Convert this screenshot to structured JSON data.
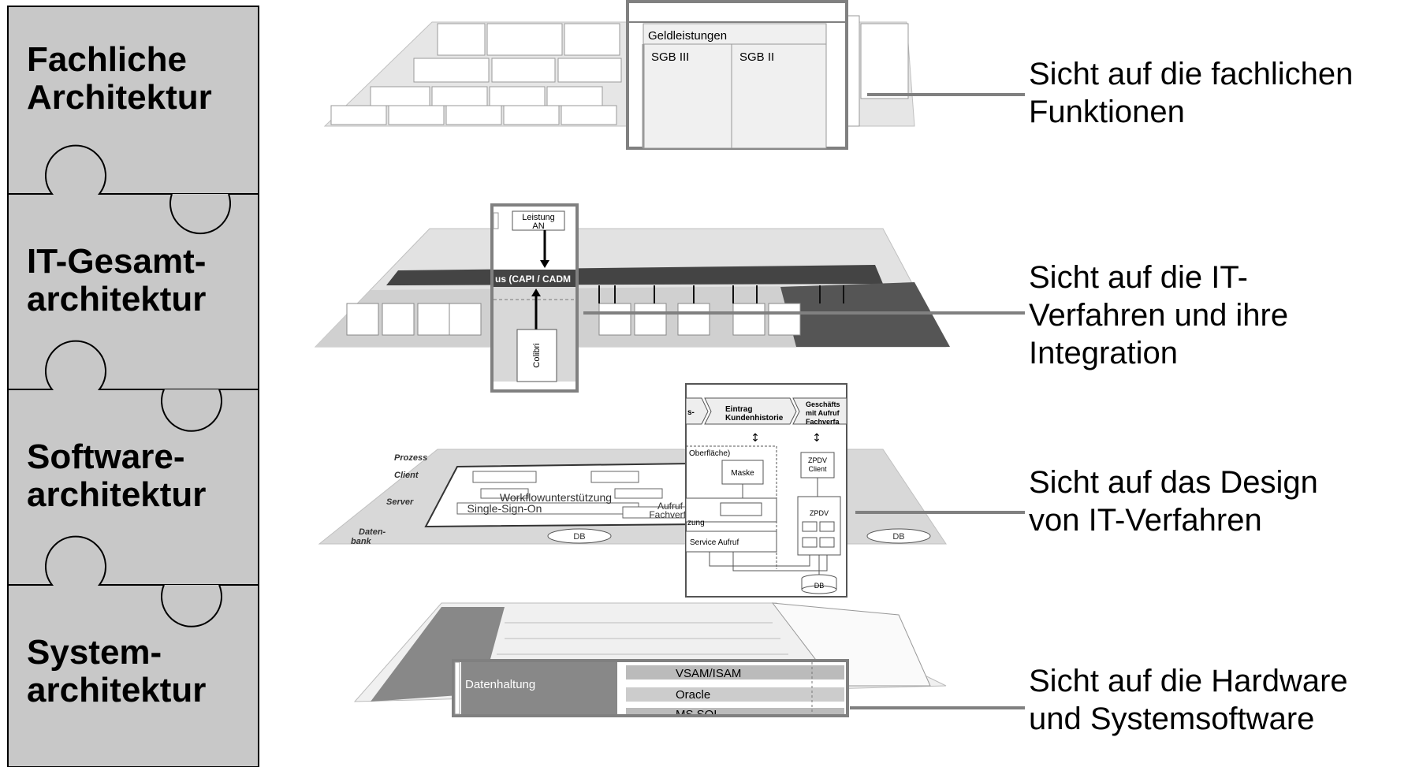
{
  "layers": [
    {
      "title_line1": "Fachliche",
      "title_line2": "Architektur",
      "desc_line1": "Sicht auf die fachlichen",
      "desc_line2": "Funktionen",
      "desc_line3": ""
    },
    {
      "title_line1": "IT-Gesamt-",
      "title_line2": "architektur",
      "desc_line1": "Sicht auf die IT-",
      "desc_line2": "Verfahren und ihre",
      "desc_line3": "Integration"
    },
    {
      "title_line1": "Software-",
      "title_line2": "architektur",
      "desc_line1": "Sicht auf das Design",
      "desc_line2": "von IT-Verfahren",
      "desc_line3": ""
    },
    {
      "title_line1": "System-",
      "title_line2": "architektur",
      "desc_line1": "Sicht auf die Hardware",
      "desc_line2": "und Systemsoftware",
      "desc_line3": ""
    }
  ],
  "zoom1": {
    "title": "Geldleistungen",
    "col1": "SGB III",
    "col2": "SGB II"
  },
  "zoom2": {
    "box_top": "Leistung",
    "box_top2": "AN",
    "bus": "us (CAPI / CADM",
    "app": "Colibri"
  },
  "zoom3": {
    "step1": "Eintrag",
    "step1b": "Kundenhistorie",
    "step2": "Geschäfts",
    "step2b": "mit Aufruf",
    "step2c": "Fachverfa",
    "left_partial": "s-",
    "surface": "Oberfläche)",
    "mask": "Maske",
    "zpdv_client1": "ZPDV",
    "zpdv_client2": "Client",
    "zpdv": "ZPDV",
    "service": "Service Aufruf",
    "db": "DB",
    "partial_zung": "zung"
  },
  "zoom4": {
    "left": "Datenhaltung",
    "rows": [
      "VSAM/ISAM",
      "Oracle",
      "MS SQL"
    ]
  },
  "bg": {
    "prozess": "Prozess",
    "client": "Client",
    "server": "Server",
    "daten": "Daten-",
    "bank": "bank",
    "workflow": "Workflowunterstützung",
    "sso": "Single-Sign-On",
    "db": "DB",
    "aufruf1": "Aufruf",
    "aufruf2": "Fachverfa"
  },
  "colors": {
    "puzzle": "#c8c8c8",
    "frame": "#808080",
    "plane": "#d4d4d4",
    "dark": "#555555"
  }
}
